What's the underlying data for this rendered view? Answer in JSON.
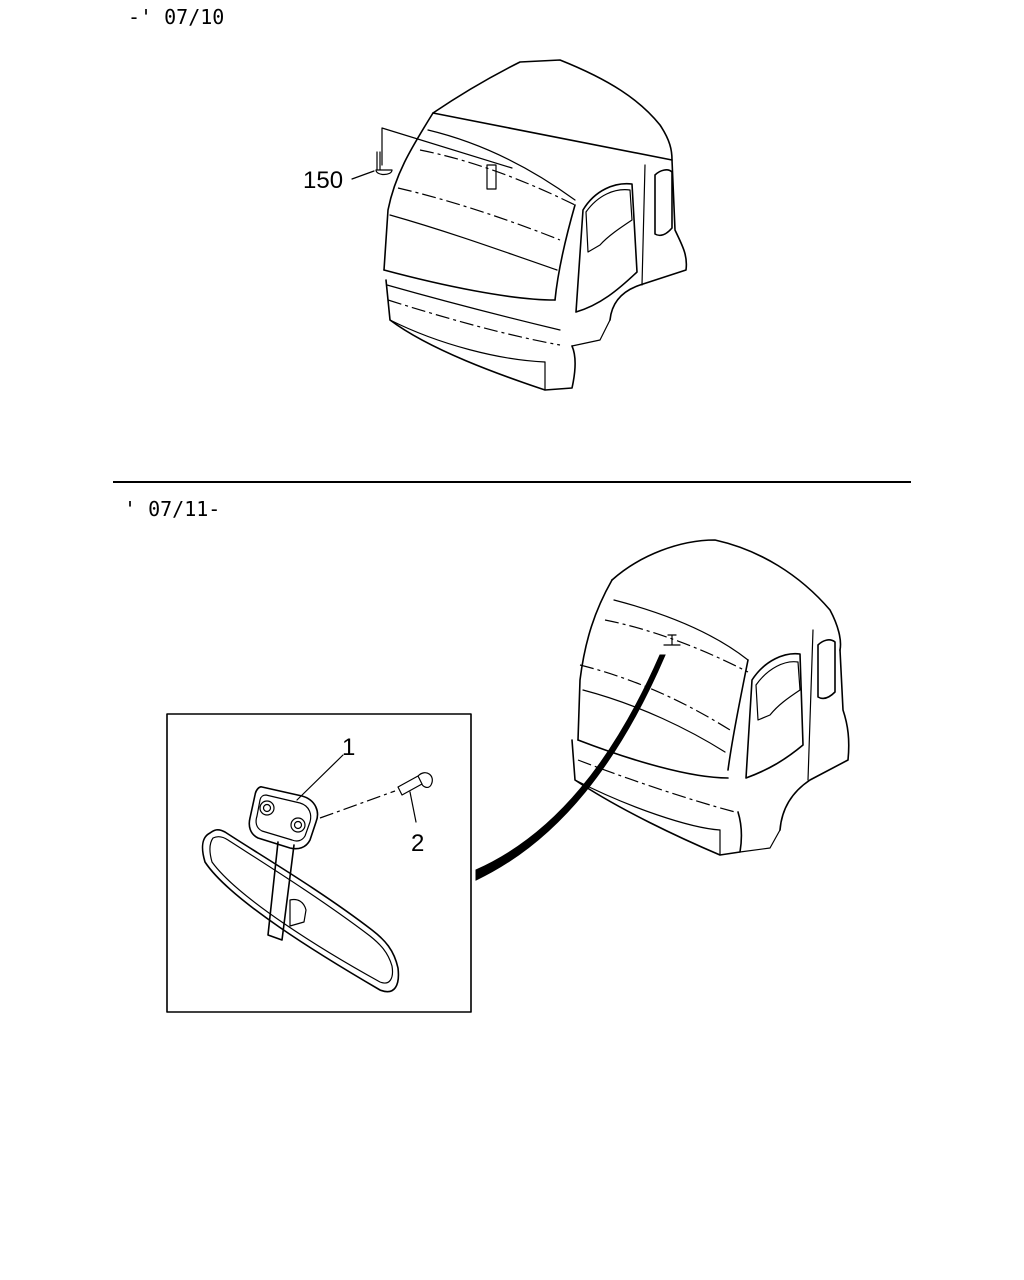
{
  "sections": {
    "top": {
      "period_label": "-' 07/10"
    },
    "bottom": {
      "period_label": "' 07/11-"
    }
  },
  "callouts": {
    "part_150": "150",
    "part_1": "1",
    "part_2": "2"
  }
}
